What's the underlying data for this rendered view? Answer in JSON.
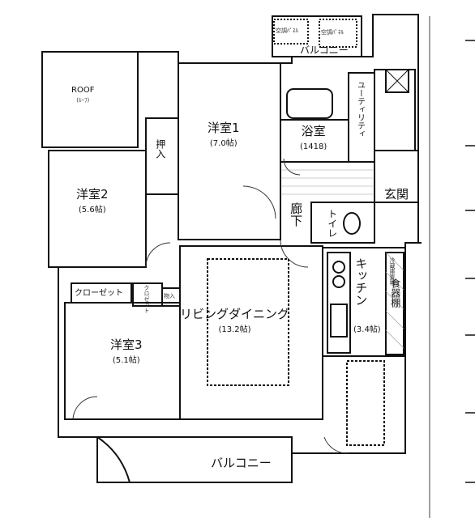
{
  "rooms": {
    "roof": {
      "name": "ROOF",
      "note": "(ﾙｰﾌ)"
    },
    "western1": {
      "name": "洋室1",
      "size": "(7.0帖)"
    },
    "western2": {
      "name": "洋室2",
      "size": "(5.6帖)"
    },
    "western3": {
      "name": "洋室3",
      "size": "(5.1帖)"
    },
    "bath": {
      "name": "浴室",
      "size": "(1418)"
    },
    "closet_oshiire": {
      "name": "押入"
    },
    "corridor": {
      "name": "廊下"
    },
    "toilet": {
      "name": "トイレ"
    },
    "entrance": {
      "name": "玄関"
    },
    "living": {
      "name": "リビングダイニング",
      "size": "(13.2帖)"
    },
    "kitchen": {
      "name": "キッチン",
      "size": "(3.4帖)"
    },
    "pantry": {
      "name": "食器棚"
    },
    "closet": {
      "name": "クローゼット"
    },
    "closet_small": {
      "name": "クロゼット"
    },
    "storage": {
      "name": "物入"
    },
    "utility": {
      "name": "ユーティリティ"
    },
    "balcony_top": {
      "name": "バルコニー"
    },
    "balcony_bottom": {
      "name": "バルコニー"
    },
    "aircon_top_left": {
      "name": "空調ﾊﾟﾈﾙ"
    },
    "aircon_top_right": {
      "name": "空調ﾊﾟﾈﾙ"
    },
    "cooking_unit": {
      "name": "冷蔵庫置場"
    }
  }
}
